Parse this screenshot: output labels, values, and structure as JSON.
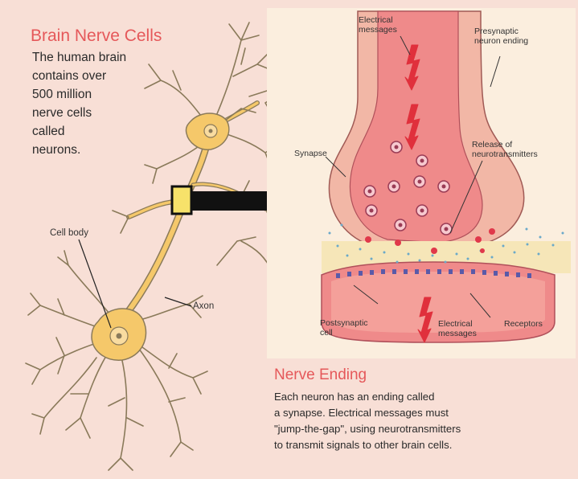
{
  "brain": {
    "title": "Brain Nerve Cells",
    "description_lines": [
      "The human brain",
      "contains over",
      "500 million",
      "nerve cells",
      "called",
      "neurons."
    ]
  },
  "neuron_labels": {
    "cell_body": "Cell body",
    "axon": "Axon"
  },
  "synapse_labels": {
    "electrical_top": [
      "Electrical",
      "messages"
    ],
    "presynaptic": [
      "Presynaptic",
      "neuron ending"
    ],
    "synapse": "Synapse",
    "release": [
      "Release of",
      "neurotransmitters"
    ],
    "postsynaptic": [
      "Postsynaptic",
      "cell"
    ],
    "electrical_bottom": [
      "Electrical",
      "messages"
    ],
    "receptors": "Receptors"
  },
  "nerve_ending": {
    "title": "Nerve Ending",
    "description_lines": [
      "Each neuron has an ending called",
      "a synapse. Electrical messages must",
      "\"jump-the-gap\", using neurotransmitters",
      "to transmit signals to other brain cells."
    ]
  },
  "colors": {
    "background": "#f8dfd6",
    "inset_background": "#fbeede",
    "neuron_fill": "#f5c86a",
    "neuron_outline": "#8a7a5a",
    "presynaptic_fill": "#ef8a8a",
    "cleft_fill": "#f6e6b8",
    "vesicle": "#c9485e",
    "title_red": "#e5585a",
    "arrow_red": "#e0303c"
  }
}
